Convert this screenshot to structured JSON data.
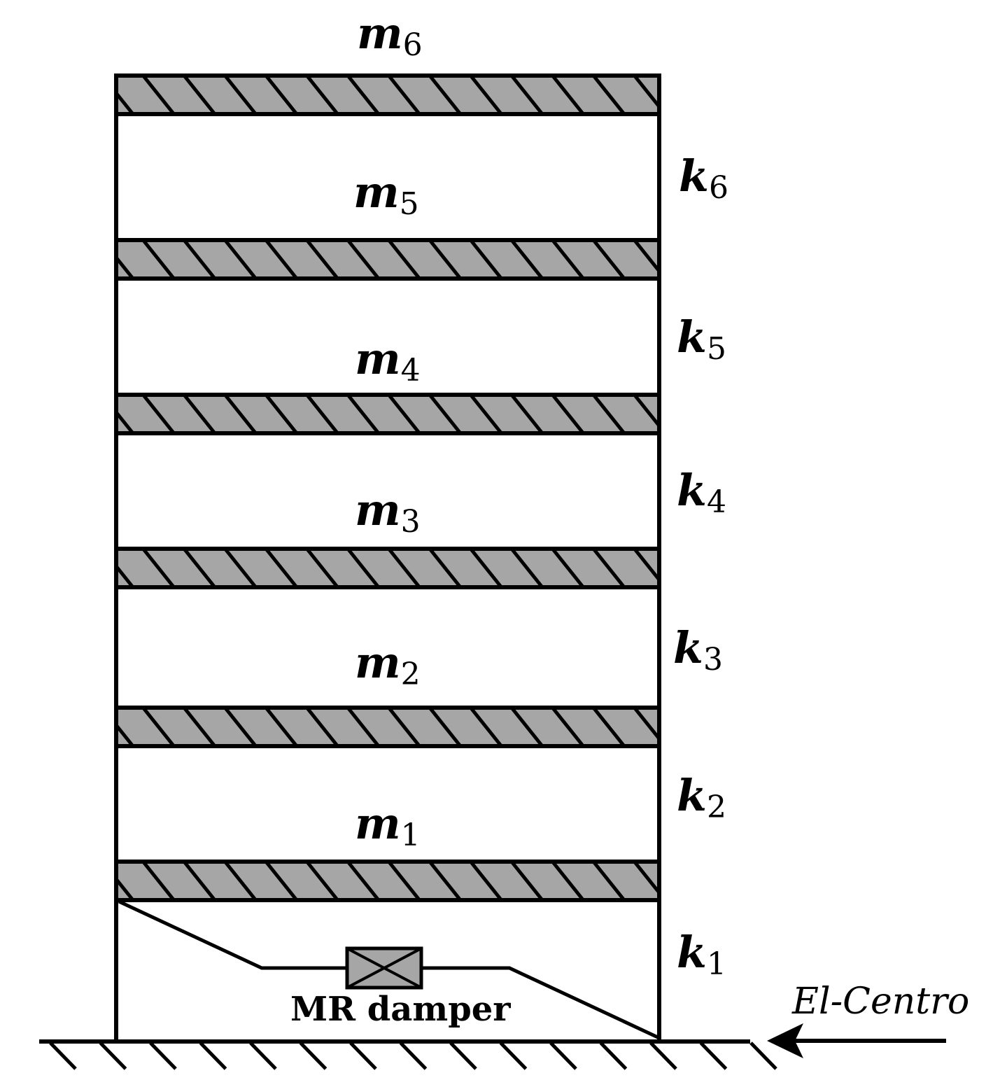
{
  "floors": [
    {
      "mass_var": "m",
      "mass_sub": "6",
      "stiff_var": "k",
      "stiff_sub": "6"
    },
    {
      "mass_var": "m",
      "mass_sub": "5",
      "stiff_var": "k",
      "stiff_sub": "5"
    },
    {
      "mass_var": "m",
      "mass_sub": "4",
      "stiff_var": "k",
      "stiff_sub": "4"
    },
    {
      "mass_var": "m",
      "mass_sub": "3",
      "stiff_var": "k",
      "stiff_sub": "3"
    },
    {
      "mass_var": "m",
      "mass_sub": "2",
      "stiff_var": "k",
      "stiff_sub": "2"
    },
    {
      "mass_var": "m",
      "mass_sub": "1",
      "stiff_var": "k",
      "stiff_sub": "1"
    }
  ],
  "damper_label": "MR damper",
  "excitation_label": "El-Centro",
  "colors": {
    "slab_fill": "#a6a6a6",
    "line": "#000000",
    "damper_fill": "#a6a6a6"
  }
}
